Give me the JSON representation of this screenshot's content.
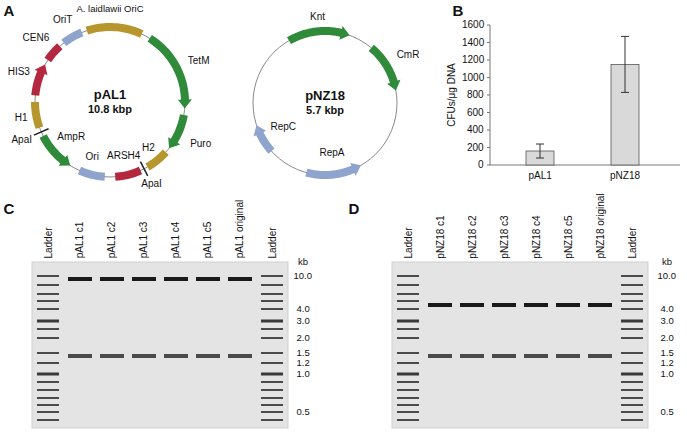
{
  "diagram": {
    "nodes": [
      {
        "text": [
          "pAL1",
          "10.8 kbp"
        ]
      },
      {
        "text": [
          "pNZ18",
          "5.7 kbp"
        ]
      }
    ],
    "labels": [
      "A",
      "A. laidlawii OriC",
      "OriT",
      "TetM",
      "CEN6",
      "Puro",
      "HIS3",
      "H1",
      "H2",
      "ApaI",
      "ApaI",
      "AmpR",
      "Ori",
      "ARSH4",
      "Knt",
      "CmR",
      "RepC",
      "RepA",
      "B",
      "1600",
      "1400",
      "1200",
      "1000",
      "800",
      "600",
      "400",
      "200",
      "0",
      "CFUs/μg DNA",
      "pAL1",
      "pNZ18",
      "C",
      "Ladder",
      "pAL1 c1",
      "pAL1 c2",
      "pAL1 c3",
      "pAL1 c4",
      "pAL1 c5",
      "pAL1 original",
      "Ladder",
      "10.0",
      "4.0",
      "3.0",
      "2.0",
      "1.5",
      "1.2",
      "1.0",
      "0.5",
      "kb",
      "D",
      "Ladder",
      "pNZ18 c1",
      "pNZ18 c2",
      "pNZ18 c3",
      "pNZ18 c4",
      "pNZ18 c5",
      "pNZ18 original",
      "Ladder",
      "10.0",
      "4.0",
      "3.0",
      "2.0",
      "1.5",
      "1.2",
      "1.0",
      "0.5",
      "kb"
    ]
  }
}
